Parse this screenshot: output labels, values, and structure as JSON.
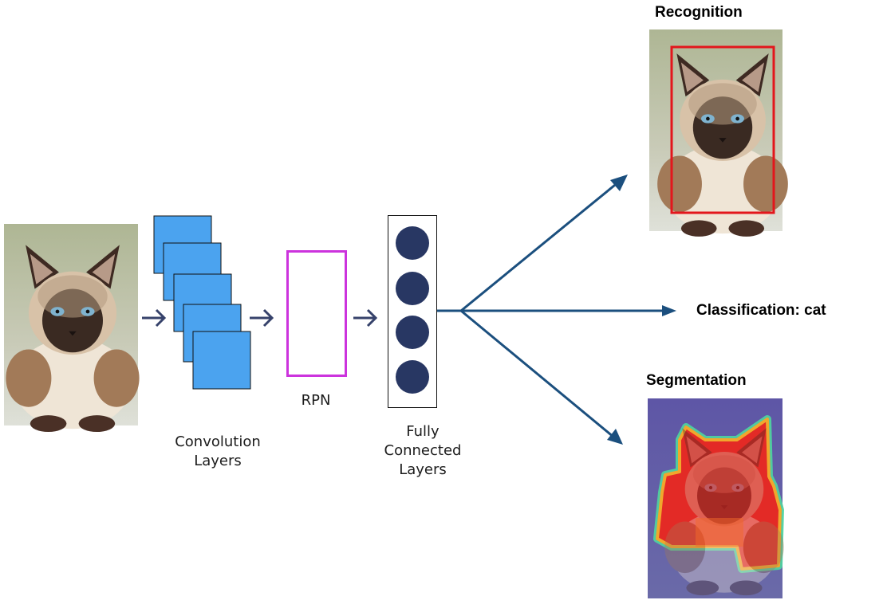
{
  "labels": {
    "conv": "Convolution Layers",
    "rpn": "RPN",
    "fc": "Fully Connected Layers",
    "recognition": "Recognition",
    "classification": "Classification: cat",
    "segmentation": "Segmentation"
  },
  "colors": {
    "conv_fill": "#4ba3ef",
    "rpn_border": "#cc33dd",
    "neuron": "#283763",
    "arrow_small": "#36426b",
    "arrow_main": "#1b4f7e",
    "bbox": "#e3161c"
  },
  "icons": {
    "input_image": "siamese-cat-photo",
    "recognition_image": "siamese-cat-photo-with-bounding-box",
    "segmentation_image": "siamese-cat-heatmap-mask"
  }
}
